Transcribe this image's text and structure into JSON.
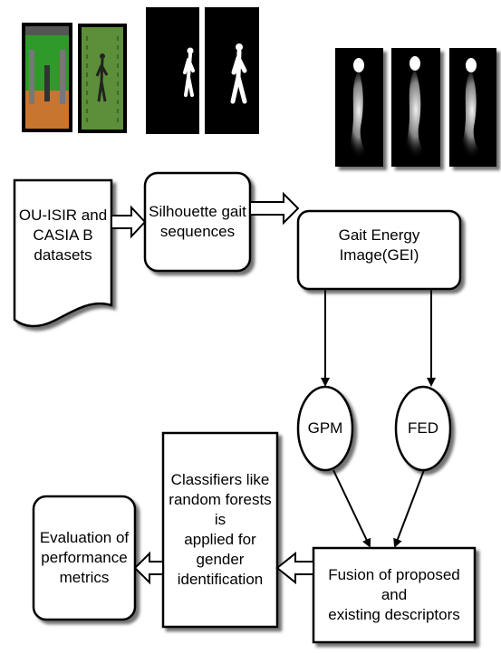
{
  "nodes": {
    "datasets": {
      "lines": [
        "OU-ISIR and",
        "CASIA B",
        "datasets"
      ]
    },
    "silhouettes": {
      "lines": [
        "Silhouette gait",
        "sequences"
      ]
    },
    "gei": {
      "lines": [
        "Gait Energy Image(GEI)"
      ]
    },
    "gpm": {
      "lines": [
        "GPM"
      ]
    },
    "fed": {
      "lines": [
        "FED"
      ]
    },
    "fusion": {
      "lines": [
        "Fusion of proposed and",
        "existing descriptors"
      ]
    },
    "classifiers": {
      "lines": [
        "Classifiers like",
        "random forests is",
        "applied for",
        "gender",
        "identification"
      ]
    },
    "evaluation": {
      "lines": [
        "Evaluation of",
        "performance",
        "metrics"
      ]
    }
  },
  "colors": {
    "stroke": "#000000",
    "studio_green": "#2f9a2a",
    "floor_orange": "#c8752f",
    "silhouette": "#ffffff",
    "photo_bg": "#000000"
  },
  "icons": {
    "thumb_1": "studio-photo-icon",
    "thumb_2": "green-backdrop-walker-icon",
    "thumb_3": "binary-silhouette-icon",
    "thumb_4": "binary-silhouette-icon",
    "gei_1": "gait-energy-image-icon",
    "gei_2": "gait-energy-image-icon",
    "gei_3": "gait-energy-image-icon"
  }
}
